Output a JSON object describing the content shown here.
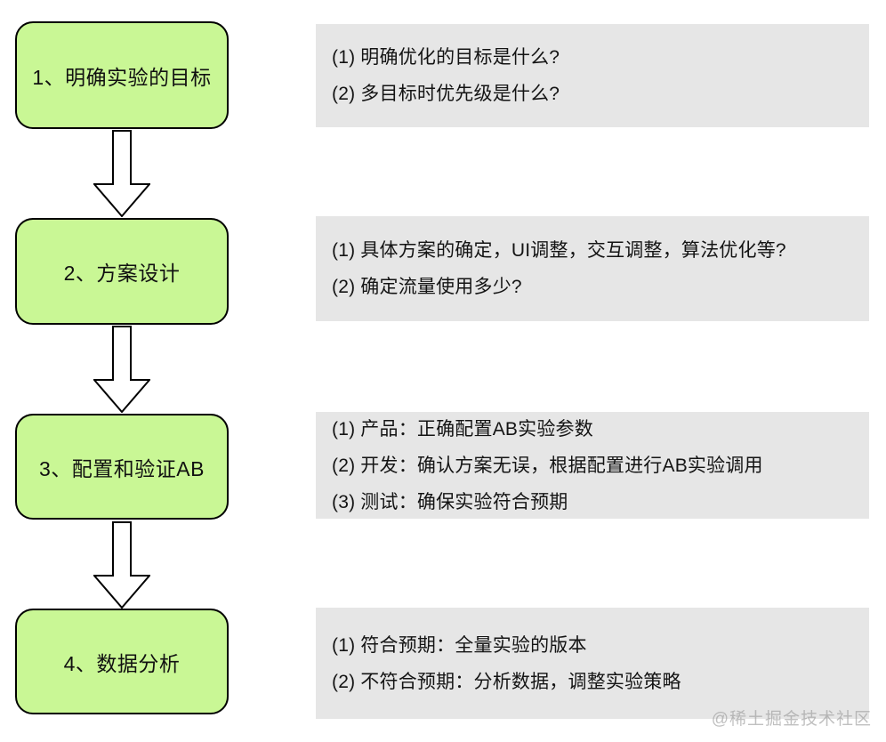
{
  "page": {
    "background": "#ffffff",
    "watermark": "@稀土掘金技术社区"
  },
  "flow": {
    "colors": {
      "box_fill": "#c9f795",
      "box_border": "#000000",
      "panel_fill": "#e6e6e6",
      "arrow_fill": "#ffffff"
    },
    "steps": [
      {
        "label": "1、明确实验的目标",
        "notes": [
          "(1) 明确优化的目标是什么?",
          "(2) 多目标时优先级是什么?"
        ]
      },
      {
        "label": "2、方案设计",
        "notes": [
          "(1) 具体方案的确定，UI调整，交互调整，算法优化等?",
          "(2) 确定流量使用多少?"
        ]
      },
      {
        "label": "3、配置和验证AB",
        "notes": [
          "(1) 产品：正确配置AB实验参数",
          "(2) 开发：确认方案无误，根据配置进行AB实验调用",
          "(3) 测试：确保实验符合预期"
        ]
      },
      {
        "label": "4、数据分析",
        "notes": [
          "(1) 符合预期：全量实验的版本",
          "(2) 不符合预期：分析数据，调整实验策略"
        ]
      }
    ]
  }
}
